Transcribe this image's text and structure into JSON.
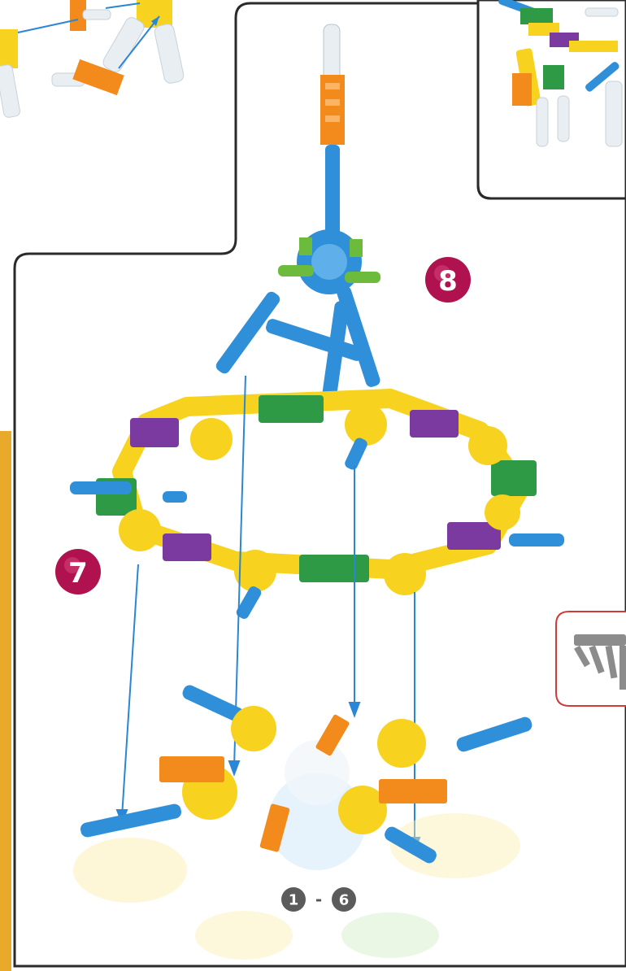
{
  "steps": {
    "step8": "8",
    "step7": "7",
    "range_start": "1",
    "range_dash": "-",
    "range_end": "6"
  },
  "colors": {
    "panel_fill": "#ffffff",
    "panel_border": "#2a2a2a",
    "page_background": "#e9a92a",
    "badge_fill": "#b0124f",
    "rod_blue": "#2f8fd8",
    "rod_white": "#e8eef2",
    "connector_yellow": "#f7d21f",
    "connector_green": "#2f9a45",
    "connector_purple": "#7b3aa0",
    "connector_orange": "#f28a1c",
    "arrow_blue": "#2a86d6",
    "callout_border": "#d23a3a",
    "callout_part_gray": "#8c8c8c"
  },
  "icons": {
    "step8_badge": "step-number-badge",
    "step7_badge": "step-number-badge",
    "range_badges": "gray-step-number-circles",
    "callout": "gray-connector-part-callout"
  }
}
